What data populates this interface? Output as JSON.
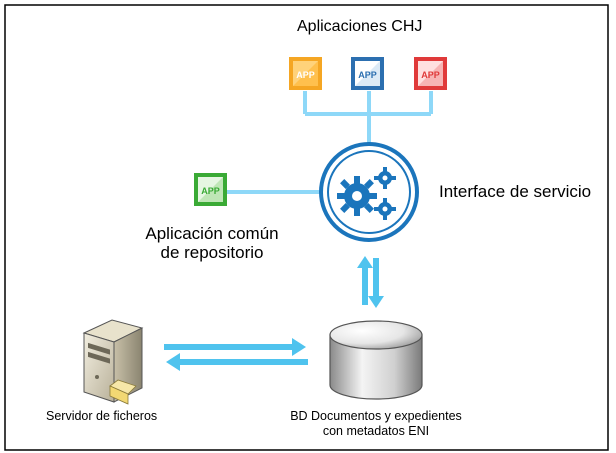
{
  "title": "Aplicaciones CHJ",
  "app_badge_text": "APP",
  "apps": [
    {
      "color": "#F5A623"
    },
    {
      "color": "#2C6FB0"
    },
    {
      "color": "#E03A3A"
    }
  ],
  "repo_app": {
    "color": "#3AAA35",
    "label_line1": "Aplicación común",
    "label_line2": "de repositorio"
  },
  "service_label": "Interface de servicio",
  "file_server_label": "Servidor de ficheros",
  "database": {
    "label_line1": "BD Documentos y expedientes",
    "label_line2": "con metadatos ENI"
  },
  "colors": {
    "connector": "#8ED8F8",
    "arrow": "#4FC3EE",
    "service_ring": "#1B75BC",
    "frame": "#000000"
  }
}
